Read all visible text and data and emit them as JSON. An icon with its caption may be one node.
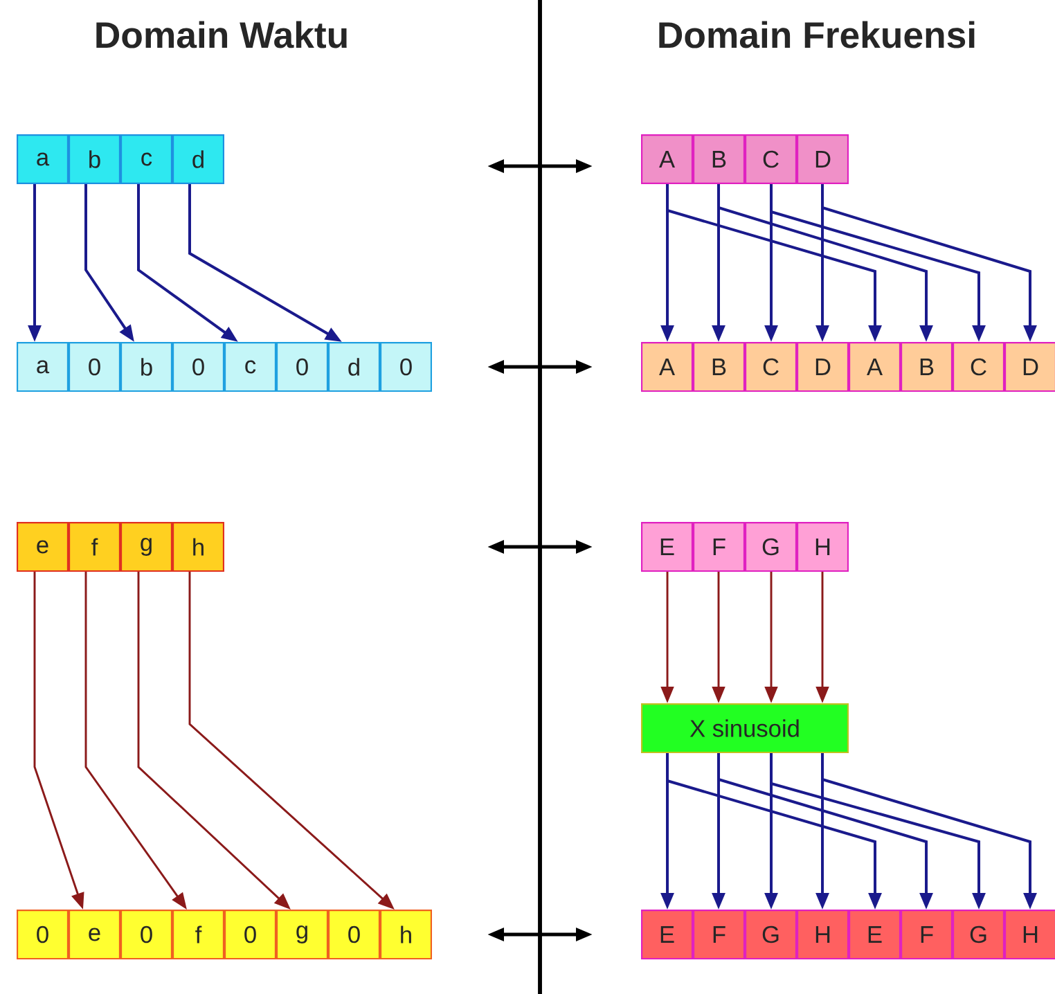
{
  "diagram": {
    "nodes": [
      {
        "text": [
          "a"
        ]
      },
      {
        "text": [
          "b"
        ]
      },
      {
        "text": [
          "c"
        ]
      },
      {
        "text": [
          "d"
        ]
      },
      {
        "text": [
          "A"
        ]
      },
      {
        "text": [
          "B"
        ]
      },
      {
        "text": [
          "C"
        ]
      },
      {
        "text": [
          "D"
        ]
      },
      {
        "text": [
          "a"
        ]
      },
      {
        "text": [
          "0"
        ]
      },
      {
        "text": [
          "b"
        ]
      },
      {
        "text": [
          "0"
        ]
      },
      {
        "text": [
          "c"
        ]
      },
      {
        "text": [
          "0"
        ]
      },
      {
        "text": [
          "d"
        ]
      },
      {
        "text": [
          "0"
        ]
      },
      {
        "text": [
          "A"
        ]
      },
      {
        "text": [
          "B"
        ]
      },
      {
        "text": [
          "C"
        ]
      },
      {
        "text": [
          "D"
        ]
      },
      {
        "text": [
          "A"
        ]
      },
      {
        "text": [
          "B"
        ]
      },
      {
        "text": [
          "C"
        ]
      },
      {
        "text": [
          "D"
        ]
      },
      {
        "text": [
          "e"
        ]
      },
      {
        "text": [
          "f"
        ]
      },
      {
        "text": [
          "g"
        ]
      },
      {
        "text": [
          "h"
        ]
      },
      {
        "text": [
          "E"
        ]
      },
      {
        "text": [
          "F"
        ]
      },
      {
        "text": [
          "G"
        ]
      },
      {
        "text": [
          "H"
        ]
      },
      {
        "text": [
          "X sinusoid"
        ]
      },
      {
        "text": [
          "0"
        ]
      },
      {
        "text": [
          "e"
        ]
      },
      {
        "text": [
          "0"
        ]
      },
      {
        "text": [
          "f"
        ]
      },
      {
        "text": [
          "0"
        ]
      },
      {
        "text": [
          "g"
        ]
      },
      {
        "text": [
          "0"
        ]
      },
      {
        "text": [
          "h"
        ]
      },
      {
        "text": [
          "E"
        ]
      },
      {
        "text": [
          "F"
        ]
      },
      {
        "text": [
          "G"
        ]
      },
      {
        "text": [
          "H"
        ]
      },
      {
        "text": [
          "E"
        ]
      },
      {
        "text": [
          "F"
        ]
      },
      {
        "text": [
          "G"
        ]
      },
      {
        "text": [
          "H"
        ]
      }
    ],
    "edges": [
      {
        "from": 0,
        "to": 8,
        "arrow": "to"
      },
      {
        "from": 1,
        "to": 10,
        "arrow": "to"
      },
      {
        "from": 2,
        "to": 12,
        "arrow": "to"
      },
      {
        "from": 3,
        "to": 14,
        "arrow": "to"
      },
      {
        "from": 4,
        "to": 16,
        "arrow": "to"
      },
      {
        "from": 4,
        "to": 20,
        "arrow": "to"
      },
      {
        "from": 5,
        "to": 17,
        "arrow": "to"
      },
      {
        "from": 5,
        "to": 21,
        "arrow": "to"
      },
      {
        "from": 6,
        "to": 18,
        "arrow": "to"
      },
      {
        "from": 6,
        "to": 22,
        "arrow": "to"
      },
      {
        "from": 7,
        "to": 19,
        "arrow": "to"
      },
      {
        "from": 7,
        "to": 23,
        "arrow": "to"
      },
      {
        "from": 24,
        "to": 34,
        "arrow": "to",
        "color": "#8b1a1a"
      },
      {
        "from": 25,
        "to": 36,
        "arrow": "to",
        "color": "#8b1a1a"
      },
      {
        "from": 26,
        "to": 38,
        "arrow": "to",
        "color": "#8b1a1a"
      },
      {
        "from": 27,
        "to": 40,
        "arrow": "to",
        "color": "#8b1a1a"
      },
      {
        "from": 28,
        "to": 32,
        "arrow": "to",
        "color": "#8b1a1a"
      },
      {
        "from": 29,
        "to": 32,
        "arrow": "to",
        "color": "#8b1a1a"
      },
      {
        "from": 30,
        "to": 32,
        "arrow": "to",
        "color": "#8b1a1a"
      },
      {
        "from": 31,
        "to": 32,
        "arrow": "to",
        "color": "#8b1a1a"
      },
      {
        "from": 32,
        "to": 41,
        "arrow": "to"
      },
      {
        "from": 32,
        "to": 45,
        "arrow": "to"
      },
      {
        "from": 32,
        "to": 42,
        "arrow": "to"
      },
      {
        "from": 32,
        "to": 46,
        "arrow": "to"
      },
      {
        "from": 32,
        "to": 43,
        "arrow": "to"
      },
      {
        "from": 32,
        "to": 47,
        "arrow": "to"
      },
      {
        "from": 32,
        "to": 44,
        "arrow": "to"
      },
      {
        "from": 32,
        "to": 48,
        "arrow": "to"
      }
    ],
    "labels": [
      "Domain Waktu",
      "Domain Frekuensi"
    ]
  }
}
